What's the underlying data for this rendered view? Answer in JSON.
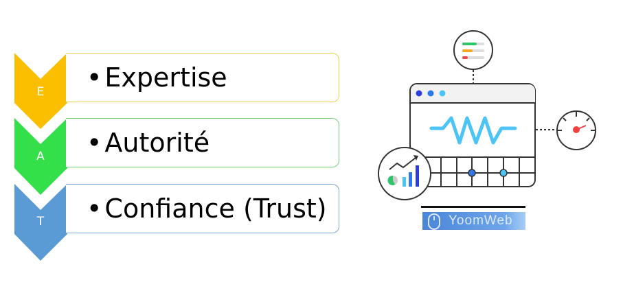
{
  "items": [
    {
      "letter": "E",
      "label": "Expertise",
      "color": "#fbbf00",
      "border": "#e8d24a"
    },
    {
      "letter": "A",
      "label": "Autorité",
      "color": "#33e04a",
      "border": "#6fd27a"
    },
    {
      "letter": "T",
      "label": "Confiance (Trust)",
      "color": "#5b9bd5",
      "border": "#7aa7d6"
    }
  ],
  "logo": {
    "text": "YoomWeb"
  }
}
